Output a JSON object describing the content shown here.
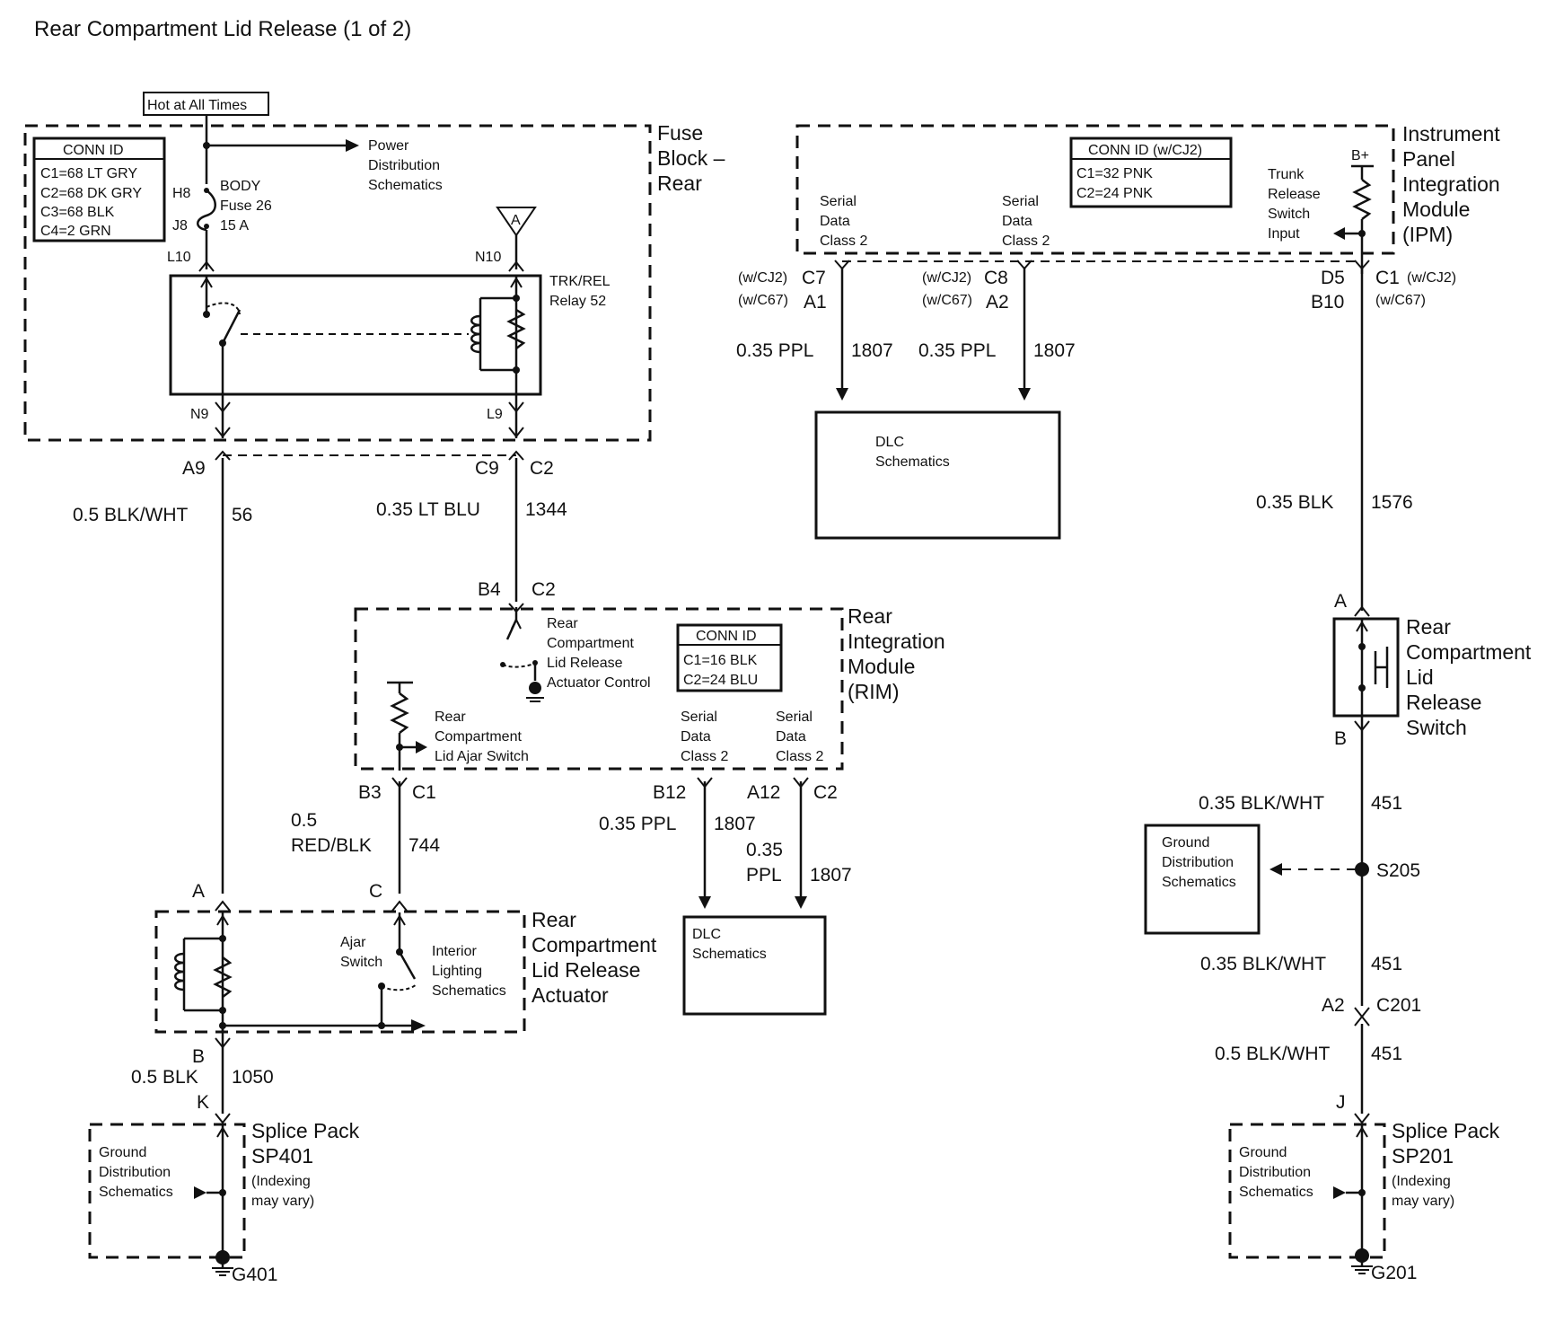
{
  "title": "Rear Compartment Lid Release (1 of 2)",
  "fuse_block": {
    "hot_label": "Hot at All Times",
    "name": [
      "Fuse",
      "Block –",
      "Rear"
    ],
    "conn_id_title": "CONN ID",
    "conn_id_lines": [
      "C1=68 LT GRY",
      "C2=68 DK GRY",
      "C3=68 BLK",
      "C4=2 GRN"
    ],
    "power_dist": [
      "Power",
      "Distribution",
      "Schematics"
    ],
    "fuse": [
      "BODY",
      "Fuse 26",
      "15 A"
    ],
    "pin_h8": "H8",
    "pin_j8": "J8",
    "pin_l10": "L10",
    "pin_n10": "N10",
    "pin_n9": "N9",
    "pin_l9": "L9",
    "offpage_ref": "A",
    "relay": [
      "TRK/REL",
      "Relay 52"
    ]
  },
  "ipm": {
    "name": [
      "Instrument",
      "Panel",
      "Integration",
      "Module",
      "(IPM)"
    ],
    "conn_id_title": "CONN ID (w/CJ2)",
    "conn_id_lines": [
      "C1=32 PNK",
      "C2=24 PNK"
    ],
    "serial1": [
      "Serial",
      "Data",
      "Class 2"
    ],
    "serial2": [
      "Serial",
      "Data",
      "Class 2"
    ],
    "trunk_input": [
      "Trunk",
      "Release",
      "Switch",
      "Input"
    ],
    "bplus": "B+",
    "c7_opt": "(w/CJ2)",
    "c7": "C7",
    "a1_opt": "(w/C67)",
    "a1": "A1",
    "c8_opt": "(w/CJ2)",
    "c8": "C8",
    "a2_opt": "(w/C67)",
    "a2": "A2",
    "d5": "D5",
    "b10": "B10",
    "c1": "C1",
    "c1_opt": "(w/CJ2)",
    "b10_opt": "(w/C67)"
  },
  "wires": {
    "w1_size": "0.35 PPL",
    "w1_num": "1807",
    "w2_size": "0.35 PPL",
    "w2_num": "1807",
    "w_a9": "A9",
    "w_c9": "C9",
    "w_c2": "C2",
    "w56_size": "0.5 BLK/WHT",
    "w56_num": "56",
    "w1344_size": "0.35 LT BLU",
    "w1344_num": "1344",
    "w1576_size": "0.35 BLK",
    "w1576_num": "1576",
    "w744_size1": "0.5",
    "w744_size2": "RED/BLK",
    "w744_num": "744",
    "w1807a_size": "0.35 PPL",
    "w1807a_num": "1807",
    "w1807b_size1": "0.35",
    "w1807b_size2": "PPL",
    "w1807b_num": "1807",
    "w1050_size": "0.5 BLK",
    "w1050_num": "1050",
    "w451a_size": "0.35 BLK/WHT",
    "w451a_num": "451",
    "w451b_size": "0.35 BLK/WHT",
    "w451b_num": "451",
    "w451c_size": "0.5 BLK/WHT",
    "w451c_num": "451"
  },
  "dlc_top": [
    "DLC",
    "Schematics"
  ],
  "rim": {
    "name": [
      "Rear",
      "Integration",
      "Module",
      "(RIM)"
    ],
    "conn_id_title": "CONN ID",
    "conn_id_lines": [
      "C1=16 BLK",
      "C2=24 BLU"
    ],
    "actuator_ctrl": [
      "Rear",
      "Compartment",
      "Lid Release",
      "Actuator Control"
    ],
    "ajar_switch": [
      "Rear",
      "Compartment",
      "Lid Ajar Switch"
    ],
    "serial1": [
      "Serial",
      "Data",
      "Class 2"
    ],
    "serial2": [
      "Serial",
      "Data",
      "Class 2"
    ],
    "b4": "B4",
    "c2_top": "C2",
    "b3": "B3",
    "c1": "C1",
    "b12": "B12",
    "a12": "A12",
    "c2_bot": "C2"
  },
  "dlc_bottom": [
    "DLC",
    "Schematics"
  ],
  "actuator": {
    "name": [
      "Rear",
      "Compartment",
      "Lid Release",
      "Actuator"
    ],
    "pin_a": "A",
    "pin_c": "C",
    "pin_b": "B",
    "ajar": [
      "Ajar",
      "Switch"
    ],
    "interior": [
      "Interior",
      "Lighting",
      "Schematics"
    ]
  },
  "release_switch": {
    "name": [
      "Rear",
      "Compartment",
      "Lid",
      "Release",
      "Switch"
    ],
    "pin_a": "A",
    "pin_b": "B"
  },
  "ground_dist_mid": [
    "Ground",
    "Distribution",
    "Schematics"
  ],
  "s205": "S205",
  "c201_a2": "A2",
  "c201": "C201",
  "sp401": {
    "pin_k": "K",
    "name": [
      "Splice Pack",
      "SP401"
    ],
    "note": [
      "(Indexing",
      "may vary)"
    ],
    "ground_dist": [
      "Ground",
      "Distribution",
      "Schematics"
    ],
    "ground": "G401"
  },
  "sp201": {
    "pin_j": "J",
    "name": [
      "Splice Pack",
      "SP201"
    ],
    "note": [
      "(Indexing",
      "may vary)"
    ],
    "ground_dist": [
      "Ground",
      "Distribution",
      "Schematics"
    ],
    "ground": "G201"
  }
}
